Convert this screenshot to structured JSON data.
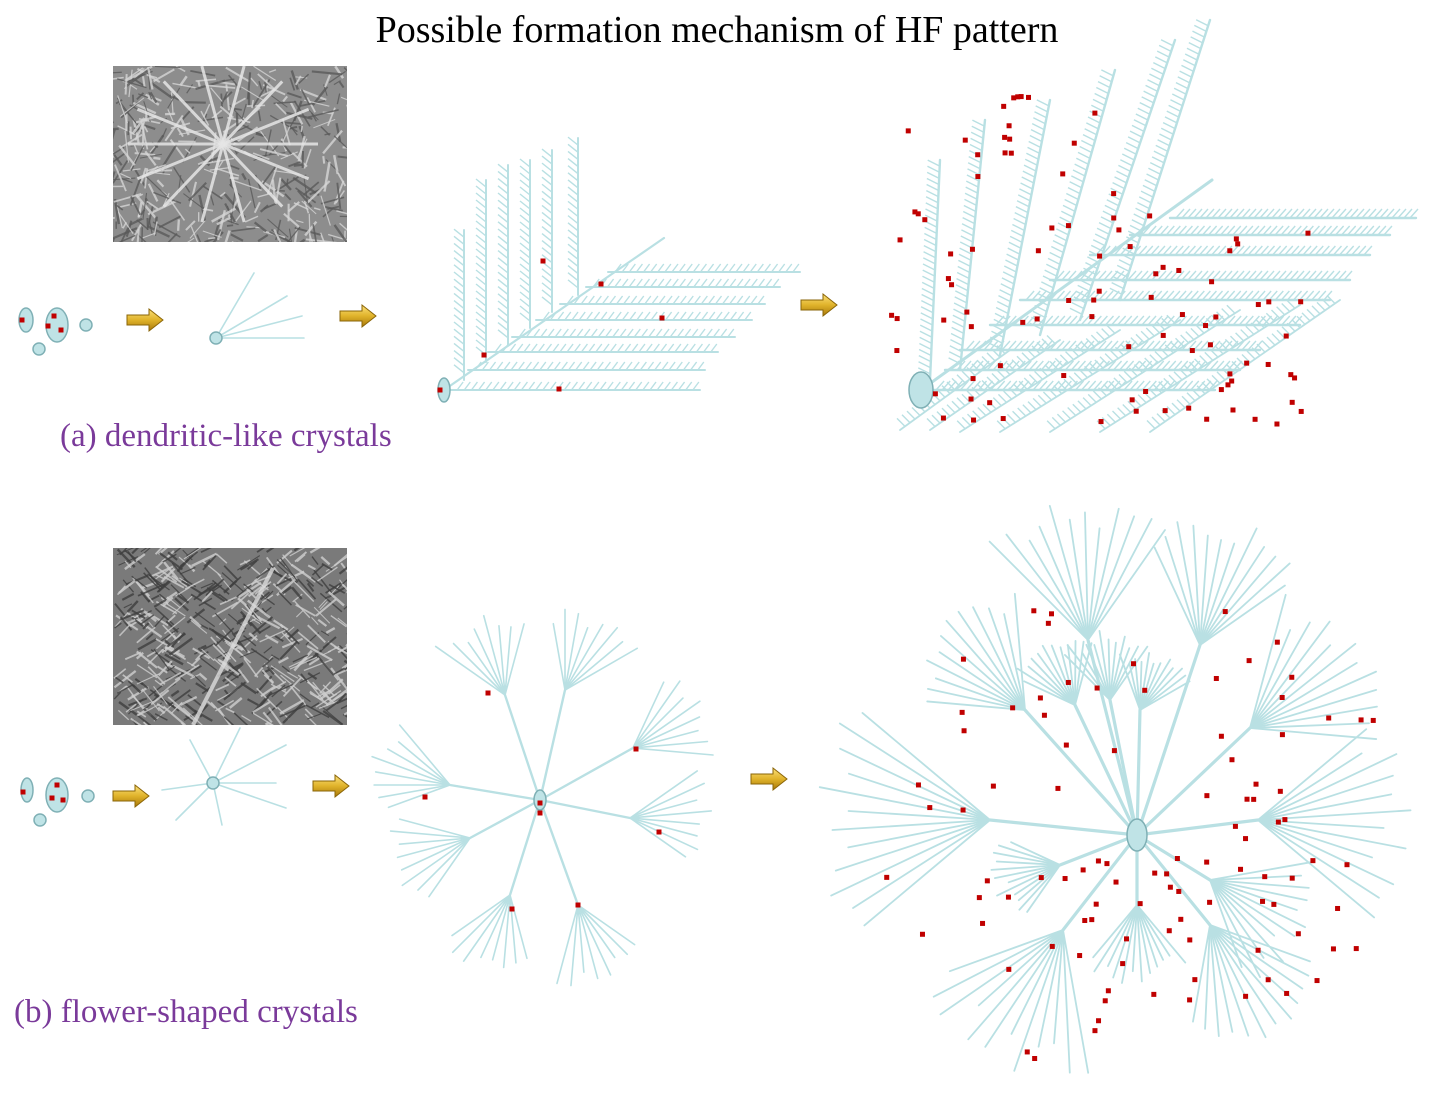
{
  "title": "Possible formation mechanism of HF pattern",
  "panel_a": {
    "caption": "(a) dendritic-like crystals"
  },
  "panel_b": {
    "caption": "(b) flower-shaped crystals"
  },
  "colors": {
    "crystal": "#b9e0e3",
    "nucleus_fill": "#bfe3e6",
    "nucleus_stroke": "#7fb0b5",
    "impurity": "#c00000",
    "arrow_light": "#f5d35a",
    "arrow_dark": "#b8860b",
    "caption": "#7a3a9a"
  }
}
